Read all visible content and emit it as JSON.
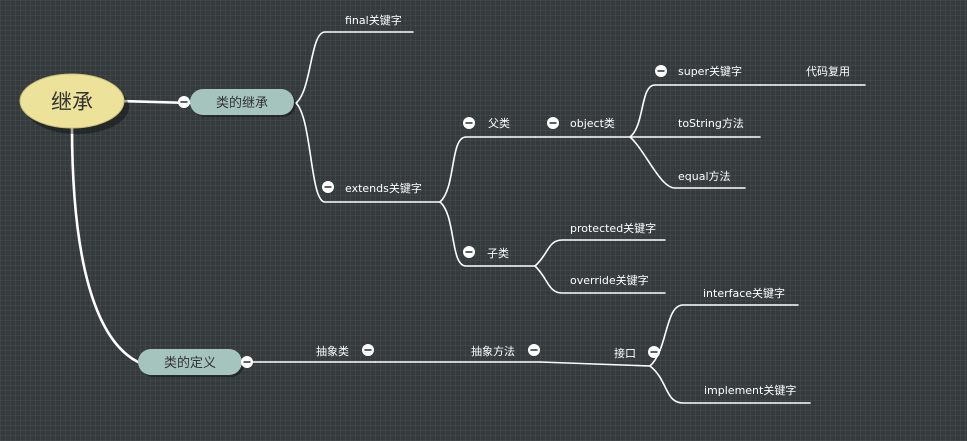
{
  "root": {
    "label": "继承"
  },
  "main": {
    "inheritance": {
      "label": "类的继承"
    },
    "definition": {
      "label": "类的定义"
    }
  },
  "inheritance_children": {
    "final": "final关键字",
    "extends": "extends关键字"
  },
  "extends_children": {
    "parent": "父类",
    "child": "子类"
  },
  "parent_children": {
    "object": "object类"
  },
  "object_children": {
    "super": "super关键字",
    "tostring": "toString方法",
    "equal": "equal方法"
  },
  "super_children": {
    "reuse": "代码复用"
  },
  "child_children": {
    "protected": "protected关键字",
    "override": "override关键字"
  },
  "definition_children": {
    "abstract_class": "抽象类"
  },
  "abstract_class_children": {
    "abstract_method": "抽象方法"
  },
  "abstract_method_children": {
    "interface_node": "接口"
  },
  "interface_children": {
    "interface_kw": "interface关键字",
    "implement_kw": "implement关键字"
  }
}
